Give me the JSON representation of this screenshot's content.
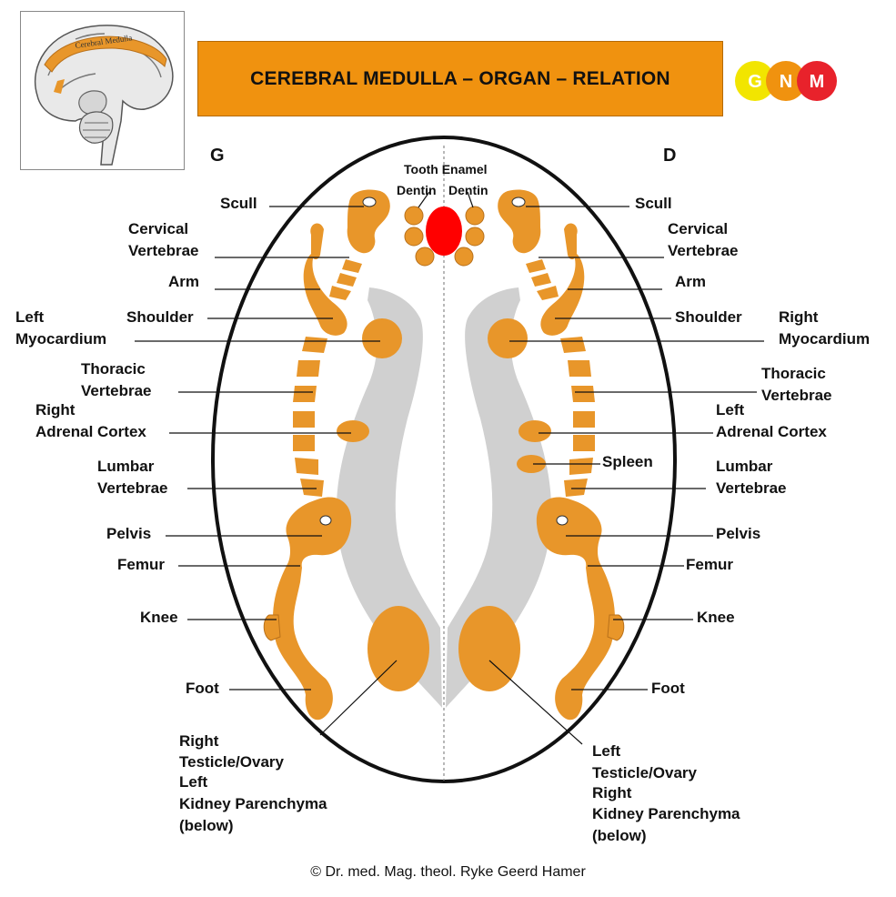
{
  "title": "CEREBRAL MEDULLA – ORGAN – RELATION",
  "thumbnail_label": "Cerebral Medulla",
  "logo": {
    "letters": [
      "G",
      "N",
      "M"
    ],
    "colors": [
      "#F2E500",
      "#F0920F",
      "#E8222B"
    ]
  },
  "colors": {
    "organ": "#E8962A",
    "organ_stroke": "#b8701a",
    "ventricle": "#D0D0D0",
    "tooth_center": "#FF0000"
  },
  "side_left": "G",
  "side_right": "D",
  "labels": {
    "tooth_enamel": "Tooth Enamel",
    "dentin_left": "Dentin",
    "dentin_right": "Dentin",
    "scull_l": "Scull",
    "scull_r": "Scull",
    "cervical_l": [
      "Cervical",
      "Vertebrae"
    ],
    "cervical_r": [
      "Cervical",
      "Vertebrae"
    ],
    "arm_l": "Arm",
    "arm_r": "Arm",
    "shoulder_l": "Shoulder",
    "shoulder_r": "Shoulder",
    "myocardium_l": [
      "Left",
      "Myocardium"
    ],
    "myocardium_r": [
      "Right",
      "Myocardium"
    ],
    "thoracic_l": [
      "Thoracic",
      "Vertebrae"
    ],
    "thoracic_r": [
      "Thoracic",
      "Vertebrae"
    ],
    "adrenal_l": [
      "Right",
      "Adrenal Cortex"
    ],
    "adrenal_r": [
      "Left",
      "Adrenal Cortex"
    ],
    "spleen": "Spleen",
    "lumbar_l": [
      "Lumbar",
      "Vertebrae"
    ],
    "lumbar_r": [
      "Lumbar",
      "Vertebrae"
    ],
    "pelvis_l": "Pelvis",
    "pelvis_r": "Pelvis",
    "femur_l": "Femur",
    "femur_r": "Femur",
    "knee_l": "Knee",
    "knee_r": "Knee",
    "foot_l": "Foot",
    "foot_r": "Foot",
    "testicle_l": [
      "Right",
      "Testicle/Ovary",
      "Left",
      "Kidney Parenchyma",
      "(below)"
    ],
    "testicle_r": [
      "Left",
      "Testicle/Ovary",
      "Right",
      "Kidney Parenchyma",
      "(below)"
    ]
  },
  "copyright": "© Dr. med. Mag. theol. Ryke Geerd Hamer"
}
